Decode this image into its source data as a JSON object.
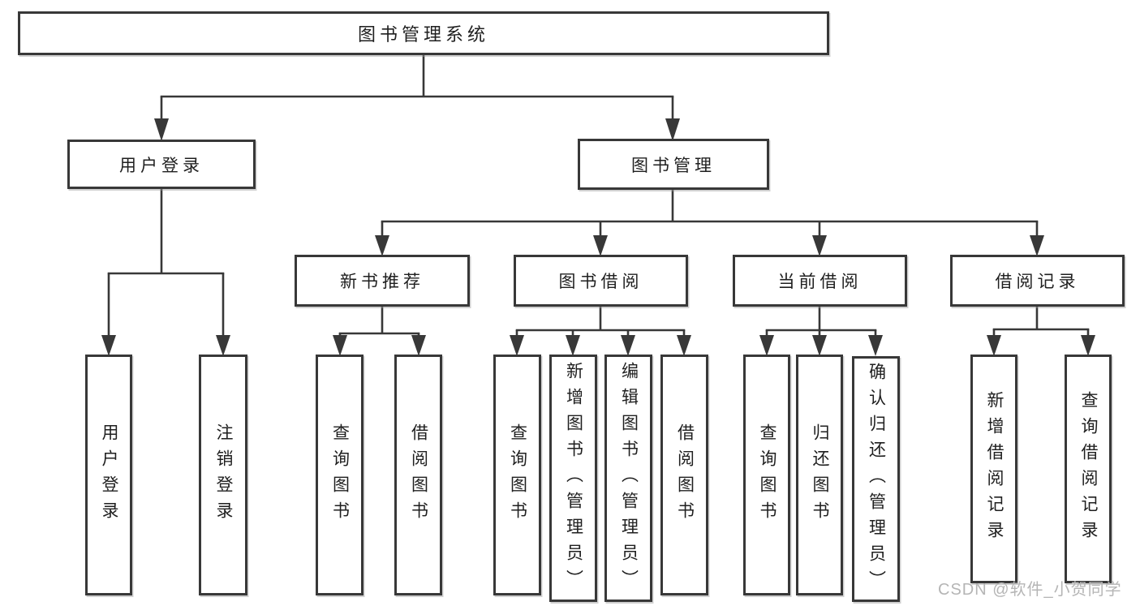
{
  "diagram": {
    "title": "图书管理系统",
    "nodes": {
      "root": "图书管理系统",
      "user_login": "用户登录",
      "book_management": "图书管理",
      "new_book_recommend": "新书推荐",
      "book_borrow": "图书借阅",
      "current_borrow": "当前借阅",
      "borrow_record": "借阅记录",
      "leaf_user_login": "用户登录",
      "leaf_logout": "注销登录",
      "leaf_nb_query_book": "查询图书",
      "leaf_nb_borrow_book": "借阅图书",
      "leaf_bb_query_book": "查询图书",
      "leaf_bb_add_book": "新增图书（管理员）",
      "leaf_bb_edit_book": "编辑图书（管理员）",
      "leaf_bb_borrow_book": "借阅图书",
      "leaf_cb_query_book": "查询图书",
      "leaf_cb_return_book": "归还图书",
      "leaf_cb_confirm_return": "确认归还（管理员）",
      "leaf_br_add_record": "新增借阅记录",
      "leaf_br_query_record": "查询借阅记录"
    },
    "hierarchy": {
      "图书管理系统": [
        "用户登录",
        "图书管理"
      ],
      "用户登录": [
        "用户登录",
        "注销登录"
      ],
      "图书管理": [
        "新书推荐",
        "图书借阅",
        "当前借阅",
        "借阅记录"
      ],
      "新书推荐": [
        "查询图书",
        "借阅图书"
      ],
      "图书借阅": [
        "查询图书",
        "新增图书（管理员）",
        "编辑图书（管理员）",
        "借阅图书"
      ],
      "当前借阅": [
        "查询图书",
        "归还图书",
        "确认归还（管理员）"
      ],
      "借阅记录": [
        "新增借阅记录",
        "查询借阅记录"
      ]
    },
    "colors": {
      "line": "#383838",
      "text": "#1f1f1f",
      "background": "#ffffff",
      "watermark": "#b5b5b5"
    }
  },
  "watermark": {
    "text": "CSDN @软件_小贺同学"
  }
}
